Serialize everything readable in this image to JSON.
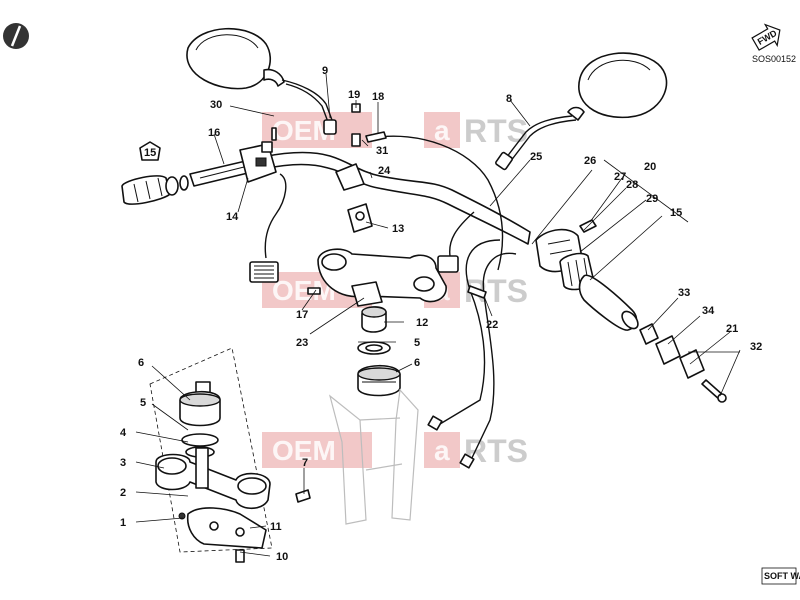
{
  "drawing_code": "SOS00152",
  "fwd_label": "FWD",
  "softway_label": "SOFT WAY",
  "watermark": {
    "left": "OEM",
    "right": "RTS",
    "badge": "a"
  },
  "callouts": [
    {
      "id": "c1",
      "label": "1"
    },
    {
      "id": "c2",
      "label": "2"
    },
    {
      "id": "c3",
      "label": "3"
    },
    {
      "id": "c4",
      "label": "4"
    },
    {
      "id": "c5a",
      "label": "5"
    },
    {
      "id": "c5b",
      "label": "5"
    },
    {
      "id": "c6a",
      "label": "6"
    },
    {
      "id": "c6b",
      "label": "6"
    },
    {
      "id": "c7",
      "label": "7"
    },
    {
      "id": "c8",
      "label": "8"
    },
    {
      "id": "c9",
      "label": "9"
    },
    {
      "id": "c10",
      "label": "10"
    },
    {
      "id": "c11",
      "label": "11"
    },
    {
      "id": "c12",
      "label": "12"
    },
    {
      "id": "c13",
      "label": "13"
    },
    {
      "id": "c14",
      "label": "14"
    },
    {
      "id": "c15a",
      "label": "15"
    },
    {
      "id": "c15b",
      "label": "15"
    },
    {
      "id": "c16",
      "label": "16"
    },
    {
      "id": "c17",
      "label": "17"
    },
    {
      "id": "c18",
      "label": "18"
    },
    {
      "id": "c19",
      "label": "19"
    },
    {
      "id": "c20",
      "label": "20"
    },
    {
      "id": "c21",
      "label": "21"
    },
    {
      "id": "c22",
      "label": "22"
    },
    {
      "id": "c23",
      "label": "23"
    },
    {
      "id": "c24",
      "label": "24"
    },
    {
      "id": "c25",
      "label": "25"
    },
    {
      "id": "c26",
      "label": "26"
    },
    {
      "id": "c27",
      "label": "27"
    },
    {
      "id": "c28",
      "label": "28"
    },
    {
      "id": "c29",
      "label": "29"
    },
    {
      "id": "c30",
      "label": "30"
    },
    {
      "id": "c31",
      "label": "31"
    },
    {
      "id": "c32",
      "label": "32"
    },
    {
      "id": "c33",
      "label": "33"
    },
    {
      "id": "c34",
      "label": "34"
    }
  ]
}
